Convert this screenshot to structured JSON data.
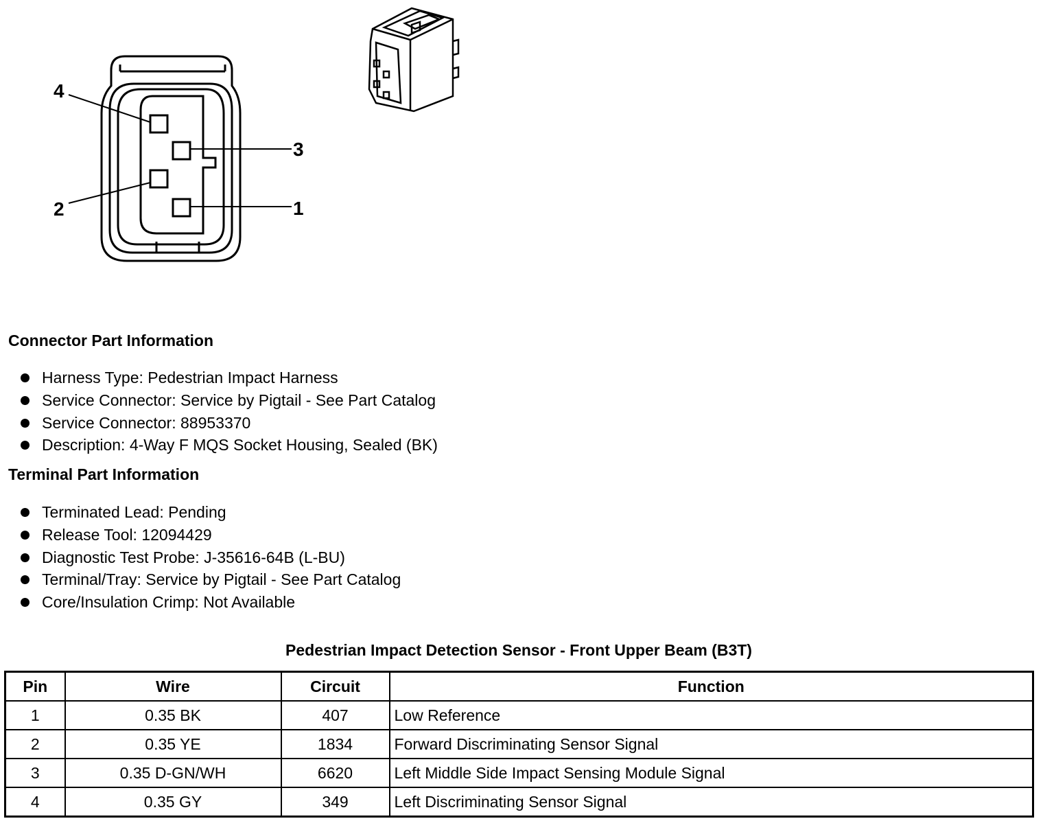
{
  "diagram": {
    "pin_callouts": [
      "4",
      "3",
      "2",
      "1"
    ]
  },
  "connector_info": {
    "title": "Connector Part Information",
    "items": [
      "Harness Type: Pedestrian Impact Harness",
      "Service Connector: Service by Pigtail - See Part Catalog",
      "Service Connector: 88953370",
      "Description: 4-Way F MQS Socket Housing, Sealed (BK)"
    ]
  },
  "terminal_info": {
    "title": "Terminal Part Information",
    "items": [
      "Terminated Lead: Pending",
      "Release Tool: 12094429",
      "Diagnostic Test Probe: J-35616-64B (L-BU)",
      "Terminal/Tray: Service by Pigtail - See Part Catalog",
      "Core/Insulation Crimp: Not Available"
    ]
  },
  "pin_table": {
    "title": "Pedestrian Impact Detection Sensor - Front Upper Beam (B3T)",
    "headers": [
      "Pin",
      "Wire",
      "Circuit",
      "Function"
    ],
    "rows": [
      [
        "1",
        "0.35 BK",
        "407",
        "Low Reference"
      ],
      [
        "2",
        "0.35 YE",
        "1834",
        "Forward Discriminating Sensor Signal"
      ],
      [
        "3",
        "0.35 D-GN/WH",
        "6620",
        "Left Middle Side Impact Sensing Module Signal"
      ],
      [
        "4",
        "0.35 GY",
        "349",
        "Left Discriminating Sensor Signal"
      ]
    ]
  }
}
